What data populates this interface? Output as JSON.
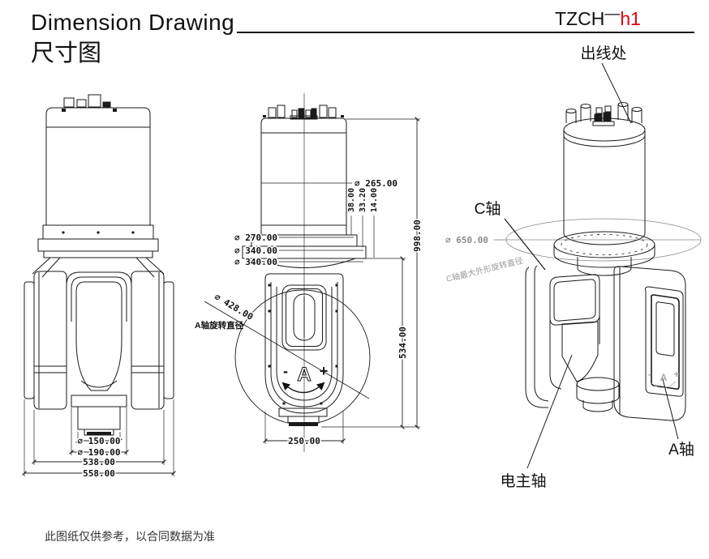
{
  "header": {
    "title_en": "Dimension Drawing",
    "title_zh": "尺寸图",
    "model_prefix": "TZCH",
    "model_separator": "—",
    "model_code": "h1"
  },
  "colors": {
    "line": "#1a1a1a",
    "accent_red": "#e60012",
    "secondary_gray": "#8a8a8a"
  },
  "front_view": {
    "dim_spindle_dia": "∅ 150.00",
    "dim_nose_plate_dia": "∅ 190.00",
    "dim_inner_width": "538.00",
    "dim_overall_width": "558.00"
  },
  "side_view": {
    "dim_body_dia": "∅ 265.00",
    "dim_flange_dia_top": "∅ 270.00",
    "dim_flange_dia_mid": "∅ 340.00",
    "dim_flange_dia_bottom": "∅ 340.00",
    "dim_flange_thickness_1": "38.00",
    "dim_flange_thickness_2": "33.20",
    "dim_flange_thickness_3": "14.00",
    "dim_overall_height": "998.00",
    "dim_lower_height": "534.00",
    "dim_housing_width": "250.00",
    "dim_a_rotation_dia": "∅ 428.00",
    "note_a_rotation": "A轴旋转直径",
    "a_axis_minus": "-",
    "a_axis_letter": "A",
    "a_axis_plus": "+"
  },
  "iso_view": {
    "label_wire_outlet": "出线处",
    "label_c_axis": "C轴",
    "dim_c_rotation_dia": "∅ 650.00",
    "note_c_rotation": "C轴最大外形旋转直径",
    "label_spindle": "电主轴",
    "label_a_axis": "A轴",
    "a_axis_minus": "-",
    "a_axis_letter": "A",
    "a_axis_plus": "+"
  },
  "footer": {
    "note": "此图纸仅供参考，以合同数据为准"
  }
}
